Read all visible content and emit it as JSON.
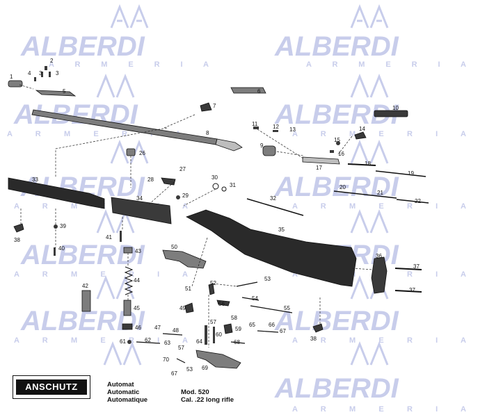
{
  "watermark": {
    "brand": "ALBERDI",
    "subtitle": "A R M E R I A"
  },
  "footer": {
    "brand": "ANSCHUTZ",
    "type_lines": [
      "Automat",
      "Automatic",
      "Automatique"
    ],
    "model": "Mod. 520",
    "caliber": "Cal. .22 long rifle"
  },
  "colors": {
    "watermark": "#c8cdeb",
    "ink": "#111111"
  },
  "callouts": [
    {
      "id": "1",
      "label": "1"
    },
    {
      "id": "2",
      "label": "2"
    },
    {
      "id": "3a",
      "label": "3"
    },
    {
      "id": "3b",
      "label": "3"
    },
    {
      "id": "4",
      "label": "4"
    },
    {
      "id": "5",
      "label": "5"
    },
    {
      "id": "6",
      "label": "6"
    },
    {
      "id": "7",
      "label": "7"
    },
    {
      "id": "8",
      "label": "8"
    },
    {
      "id": "9",
      "label": "9"
    },
    {
      "id": "10",
      "label": "10"
    },
    {
      "id": "11",
      "label": "11"
    },
    {
      "id": "12",
      "label": "12"
    },
    {
      "id": "13",
      "label": "13"
    },
    {
      "id": "14",
      "label": "14"
    },
    {
      "id": "15",
      "label": "15"
    },
    {
      "id": "16",
      "label": "16"
    },
    {
      "id": "17",
      "label": "17"
    },
    {
      "id": "18",
      "label": "18"
    },
    {
      "id": "19",
      "label": "19"
    },
    {
      "id": "20",
      "label": "20"
    },
    {
      "id": "21",
      "label": "21"
    },
    {
      "id": "22",
      "label": "22"
    },
    {
      "id": "26",
      "label": "26"
    },
    {
      "id": "27",
      "label": "27"
    },
    {
      "id": "28",
      "label": "28"
    },
    {
      "id": "29",
      "label": "29"
    },
    {
      "id": "30",
      "label": "30"
    },
    {
      "id": "31",
      "label": "31"
    },
    {
      "id": "32",
      "label": "32"
    },
    {
      "id": "33",
      "label": "33"
    },
    {
      "id": "34",
      "label": "34"
    },
    {
      "id": "35",
      "label": "35"
    },
    {
      "id": "36",
      "label": "36"
    },
    {
      "id": "37a",
      "label": "37"
    },
    {
      "id": "37b",
      "label": "37"
    },
    {
      "id": "38a",
      "label": "38"
    },
    {
      "id": "38b",
      "label": "38"
    },
    {
      "id": "39",
      "label": "39"
    },
    {
      "id": "40",
      "label": "40"
    },
    {
      "id": "41",
      "label": "41"
    },
    {
      "id": "42",
      "label": "42"
    },
    {
      "id": "43",
      "label": "43"
    },
    {
      "id": "44",
      "label": "44"
    },
    {
      "id": "45",
      "label": "45"
    },
    {
      "id": "46",
      "label": "46"
    },
    {
      "id": "47",
      "label": "47"
    },
    {
      "id": "48",
      "label": "48"
    },
    {
      "id": "49",
      "label": "49"
    },
    {
      "id": "50",
      "label": "50"
    },
    {
      "id": "51",
      "label": "51"
    },
    {
      "id": "52",
      "label": "52"
    },
    {
      "id": "53a",
      "label": "53"
    },
    {
      "id": "53b",
      "label": "53"
    },
    {
      "id": "54",
      "label": "54"
    },
    {
      "id": "55",
      "label": "55"
    },
    {
      "id": "56",
      "label": "56"
    },
    {
      "id": "57a",
      "label": "57"
    },
    {
      "id": "57b",
      "label": "57"
    },
    {
      "id": "58",
      "label": "58"
    },
    {
      "id": "59",
      "label": "59"
    },
    {
      "id": "60",
      "label": "60"
    },
    {
      "id": "61",
      "label": "61"
    },
    {
      "id": "62",
      "label": "62"
    },
    {
      "id": "63",
      "label": "63"
    },
    {
      "id": "64",
      "label": "64"
    },
    {
      "id": "65",
      "label": "65"
    },
    {
      "id": "66",
      "label": "66"
    },
    {
      "id": "67a",
      "label": "67"
    },
    {
      "id": "67b",
      "label": "67"
    },
    {
      "id": "68",
      "label": "68"
    },
    {
      "id": "69",
      "label": "69"
    },
    {
      "id": "70",
      "label": "70"
    }
  ]
}
